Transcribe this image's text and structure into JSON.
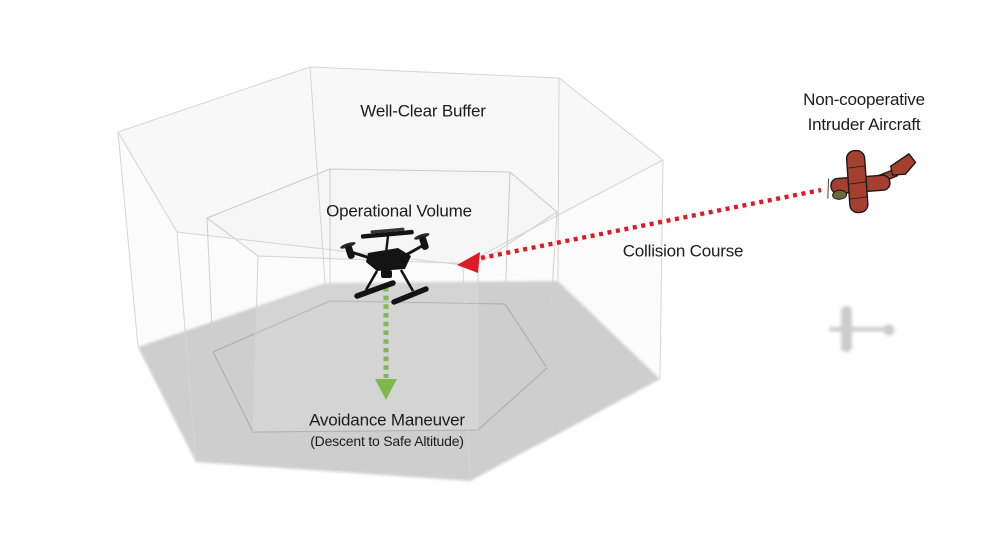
{
  "labels": {
    "well_clear_buffer": "Well-Clear Buffer",
    "operational_volume": "Operational Volume",
    "intruder_line1": "Non-cooperative",
    "intruder_line2": "Intruder Aircraft",
    "collision_course": "Collision Course",
    "avoidance_maneuver": "Avoidance Maneuver",
    "avoidance_detail": "(Descent to Safe Altitude)"
  },
  "icons": {
    "ownship": "quadcopter-uav-icon",
    "intruder": "red-fixed-wing-aircraft-icon",
    "intruder_ground_shadow": "faded-aircraft-shadow-icon",
    "collision_arrow": "red-dotted-arrow-left",
    "avoidance_arrow": "green-dashed-arrow-down"
  },
  "colors": {
    "background": "#FFFFFF",
    "text": "#1C1C1C",
    "collision_red": "#DE1B24",
    "intruder_body_red": "#A4402F",
    "avoidance_green": "#7FB84E",
    "ground_shadow": "#C8C8C8",
    "wireframe": "#D5D5D5",
    "inner_base_line": "#A0A0A0",
    "drone_black": "#141414"
  }
}
